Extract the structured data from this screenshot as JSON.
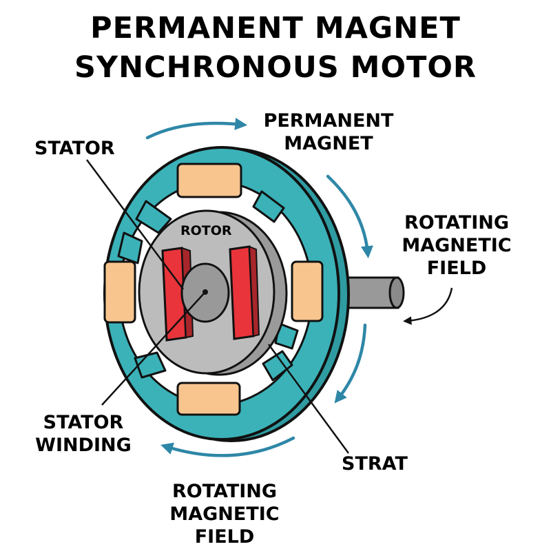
{
  "title": {
    "line1": "PERMANENT MAGNET",
    "line2": "SYNCHRONOUS MOTOR"
  },
  "labels": {
    "stator": "STATOR",
    "permanent_magnet": [
      "PERMANENT",
      "MAGNET"
    ],
    "rotating_field_right": [
      "ROTATING",
      "MAGNETIC",
      "FIELD"
    ],
    "rotor": "ROTOR",
    "stator_winding": [
      "STATOR",
      "WINDING"
    ],
    "strat": "STRAT",
    "rotating_field_bottom": [
      "ROTATING",
      "MAGNETIC",
      "FIELD"
    ]
  },
  "colors": {
    "stator": "#3ab2b8",
    "winding": "#f8c58f",
    "rotor": "#bcbcbc",
    "magnet": "#e8343a",
    "shaft": "#999999",
    "arrow": "#2e87a7",
    "outline": "#111111"
  }
}
